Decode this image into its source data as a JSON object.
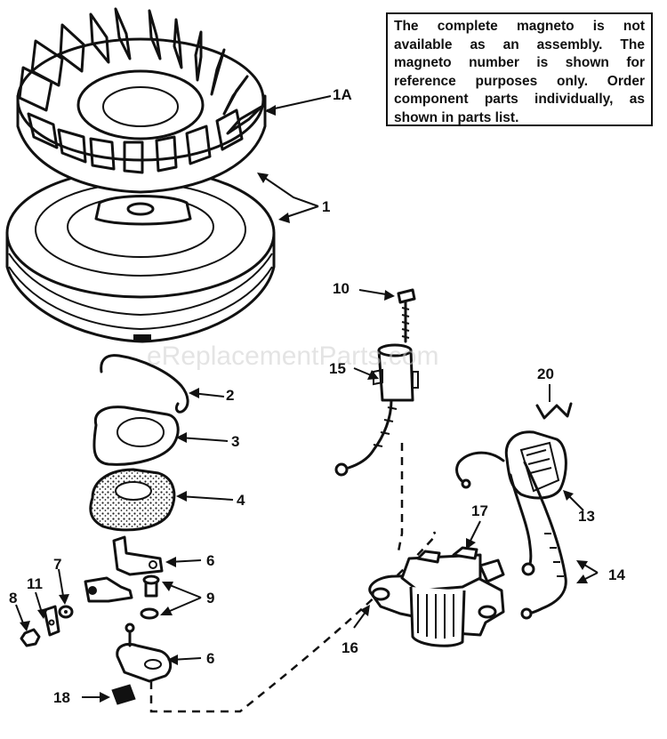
{
  "note": {
    "text": "The complete magneto is not available as an assembly. The magneto number is shown for reference purposes only. Order component parts individually, as shown in parts list."
  },
  "watermark": "eReplacementParts.com",
  "callouts": {
    "p1A": "1A",
    "p1": "1",
    "p2": "2",
    "p3": "3",
    "p4": "4",
    "p6a": "6",
    "p6b": "6",
    "p7": "7",
    "p8": "8",
    "p9": "9",
    "p10": "10",
    "p11": "11",
    "p13": "13",
    "p14": "14",
    "p15": "15",
    "p16": "16",
    "p17": "17",
    "p18": "18",
    "p20": "20"
  }
}
